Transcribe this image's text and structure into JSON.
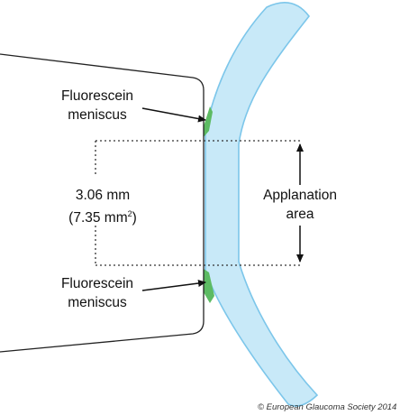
{
  "labels": {
    "fluorescein_top_line1": "Fluorescein",
    "fluorescein_top_line2": "meniscus",
    "fluorescein_bottom_line1": "Fluorescein",
    "fluorescein_bottom_line2": "meniscus",
    "diameter_value": "3.06 mm",
    "area_value_prefix": "(7.35 mm",
    "area_value_superscript": "2",
    "area_value_suffix": ")",
    "applanation_line1": "Applanation",
    "applanation_line2": "area",
    "copyright": "© European Glaucoma Society 2014"
  },
  "colors": {
    "cornea_fill": "#c8e9f8",
    "cornea_stroke": "#7cc6ea",
    "fluorescein": "#5dbb63",
    "prism_stroke": "#222222",
    "text": "#111111"
  }
}
